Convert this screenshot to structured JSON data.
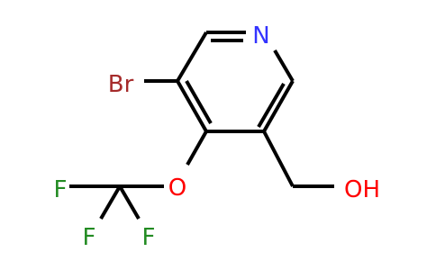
{
  "molecule": {
    "atoms": {
      "nitrogen": "N",
      "bromine": "Br",
      "oxygen_ether": "O",
      "fluorine_left": "F",
      "fluorine_bottom_left": "F",
      "fluorine_bottom_right": "F",
      "hydroxyl": "OH"
    },
    "colors": {
      "bond": "#000000",
      "nitrogen": "#3333ff",
      "bromine": "#a52a2a",
      "oxygen": "#ff0000",
      "fluorine": "#228b22"
    }
  }
}
